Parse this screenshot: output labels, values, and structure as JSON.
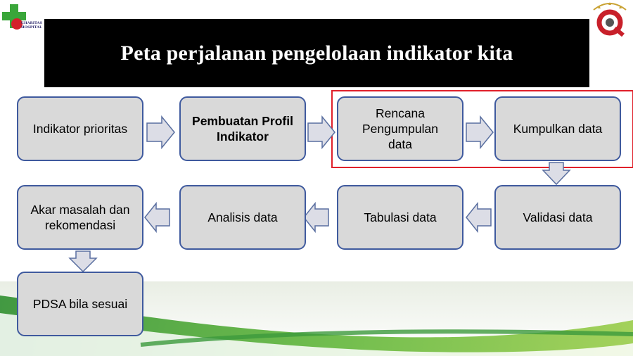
{
  "title": "Peta perjalanan pengelolaan indikator kita",
  "logos": {
    "left_text": "CHARITAS HOSPITAL",
    "left_icon": "green-cross-icon",
    "right_icon": "quality-emblem-icon"
  },
  "colors": {
    "box_fill": "#d9d9d9",
    "box_border": "#3f5a9e",
    "arrow_fill": "#dcdde6",
    "arrow_stroke": "#5a6fa0",
    "highlight": "#e0202a",
    "title_bg": "#000000"
  },
  "steps": [
    {
      "label": "Indikator prioritas",
      "bold": false
    },
    {
      "label": "Pembuatan Profil\nIndikator",
      "bold": true
    },
    {
      "label": "Rencana\nPengumpulan\ndata",
      "bold": false
    },
    {
      "label": "Kumpulkan data",
      "bold": false
    },
    {
      "label": "Validasi data",
      "bold": false
    },
    {
      "label": "Tabulasi data",
      "bold": false
    },
    {
      "label": "Analisis data",
      "bold": false
    },
    {
      "label": "Akar masalah dan\nrekomendasi",
      "bold": false
    },
    {
      "label": "PDSA bila sesuai",
      "bold": false
    }
  ],
  "highlighted_steps": [
    "Rencana Pengumpulan data",
    "Kumpulkan data"
  ]
}
